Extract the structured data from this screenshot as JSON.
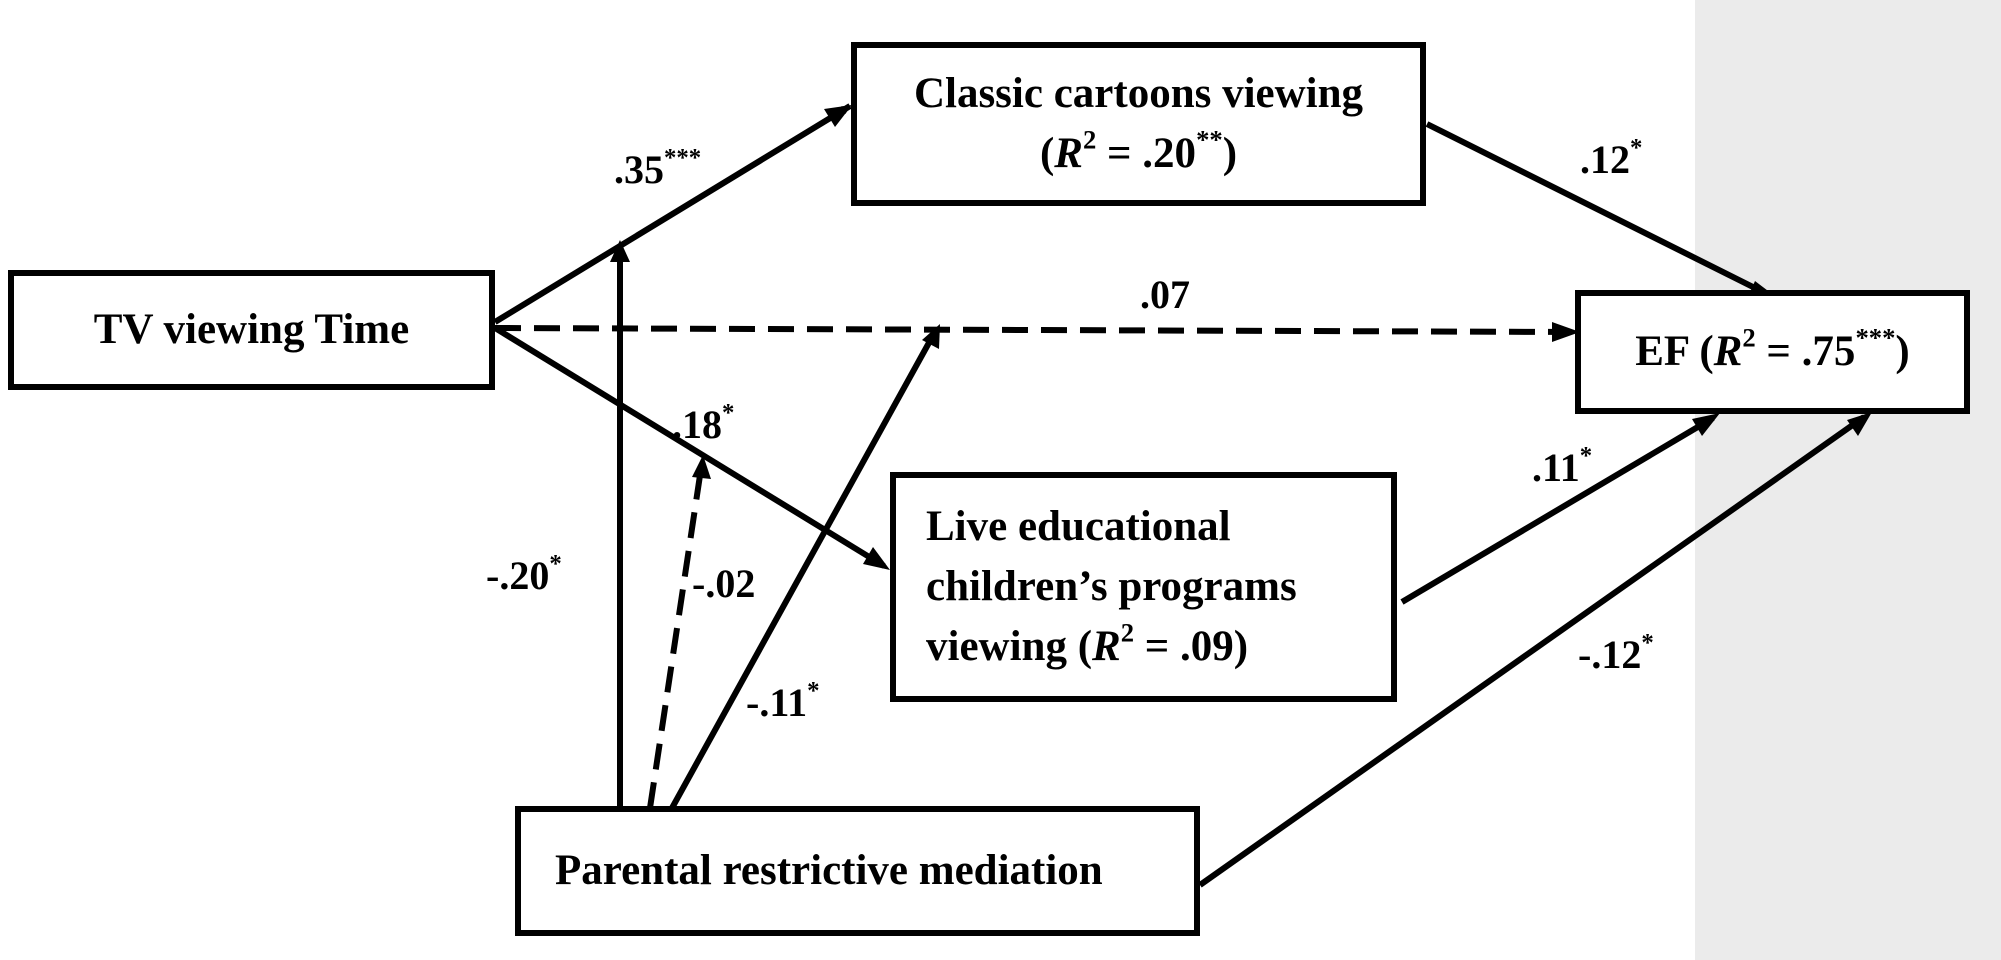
{
  "nodes": {
    "classic": {
      "line1": "Classic cartoons viewing",
      "r2_pre": "(",
      "r2_r": "R",
      "r2_sq": "2",
      "r2_mid": " = .20",
      "r2_sig": "**",
      "r2_post": ")"
    },
    "tv": {
      "label": "TV viewing Time"
    },
    "ef": {
      "pre": "EF (",
      "r": "R",
      "sq": "2",
      "mid": " = .75",
      "sig": "***",
      "post": ")"
    },
    "live": {
      "line1": "Live educational",
      "line2": "children’s programs",
      "line3_pre": "viewing (",
      "r": "R",
      "sq": "2",
      "line3_post": " = .09)"
    },
    "parental": {
      "label": "Parental restrictive mediation"
    }
  },
  "paths": {
    "tv_classic": {
      "value": ".35",
      "sig": "***"
    },
    "classic_ef": {
      "value": ".12",
      "sig": "*"
    },
    "tv_ef": {
      "value": ".07",
      "sig": ""
    },
    "tv_live": {
      "value": ".18",
      "sig": "*"
    },
    "live_ef": {
      "value": ".11",
      "sig": "*"
    },
    "par_tvclassic": {
      "value": "-.20",
      "sig": "*"
    },
    "par_tvlive": {
      "value": "-.02",
      "sig": ""
    },
    "par_tvef": {
      "value": "-.11",
      "sig": "*"
    },
    "par_ef": {
      "value": "-.12",
      "sig": "*"
    }
  },
  "colors": {
    "ink": "#000000",
    "panel": "#ebebeb"
  }
}
